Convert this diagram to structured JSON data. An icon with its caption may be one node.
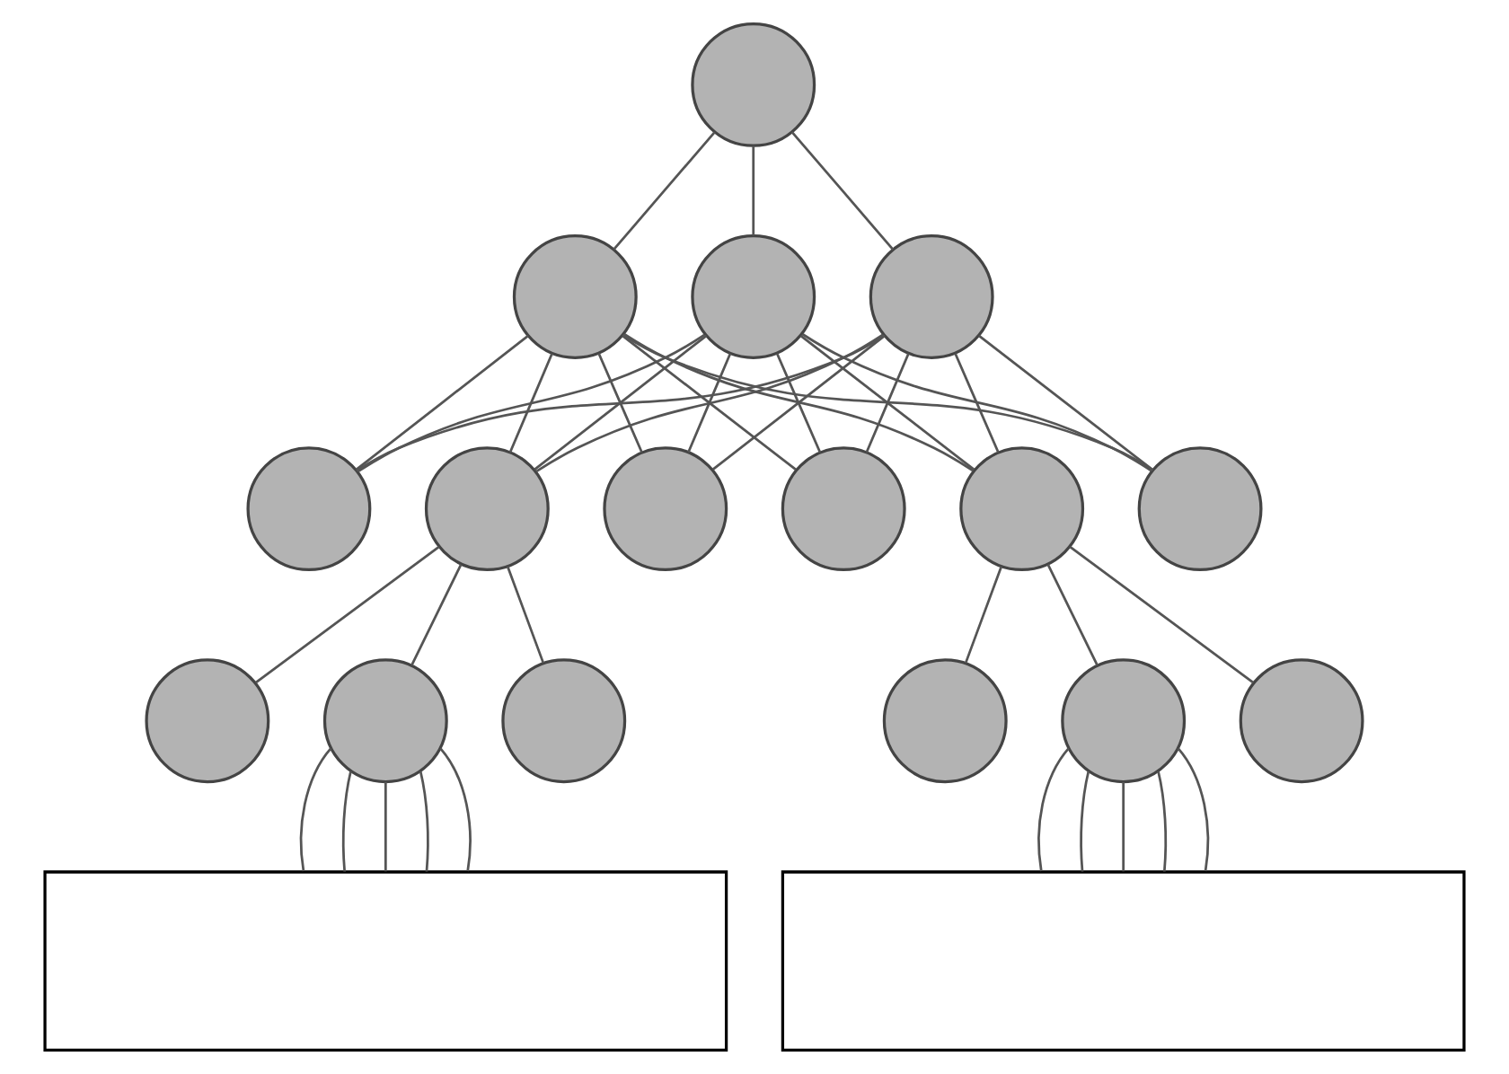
{
  "diagram": {
    "nodes": [
      {
        "text": [],
        "shape": "circle"
      },
      {
        "text": [],
        "shape": "circle"
      },
      {
        "text": [],
        "shape": "circle"
      },
      {
        "text": [],
        "shape": "circle"
      },
      {
        "text": [],
        "shape": "circle"
      },
      {
        "text": [],
        "shape": "circle"
      },
      {
        "text": [],
        "shape": "circle"
      },
      {
        "text": [],
        "shape": "circle"
      },
      {
        "text": [],
        "shape": "circle"
      },
      {
        "text": [],
        "shape": "circle"
      },
      {
        "text": [],
        "shape": "circle"
      },
      {
        "text": [],
        "shape": "circle"
      },
      {
        "text": [],
        "shape": "circle"
      },
      {
        "text": [],
        "shape": "circle"
      },
      {
        "text": [],
        "shape": "circle"
      },
      {
        "text": [],
        "shape": "circle"
      },
      {
        "text": [],
        "shape": "box"
      },
      {
        "text": [],
        "shape": "box"
      }
    ],
    "edges": [
      {
        "from": 0,
        "to": 1,
        "arrow": "none"
      },
      {
        "from": 0,
        "to": 2,
        "arrow": "none"
      },
      {
        "from": 0,
        "to": 3,
        "arrow": "none"
      },
      {
        "from": 1,
        "to": 4,
        "arrow": "none"
      },
      {
        "from": 1,
        "to": 5,
        "arrow": "none"
      },
      {
        "from": 1,
        "to": 6,
        "arrow": "none"
      },
      {
        "from": 1,
        "to": 7,
        "arrow": "none"
      },
      {
        "from": 1,
        "to": 8,
        "arrow": "none"
      },
      {
        "from": 1,
        "to": 9,
        "arrow": "none"
      },
      {
        "from": 2,
        "to": 4,
        "arrow": "none"
      },
      {
        "from": 2,
        "to": 5,
        "arrow": "none"
      },
      {
        "from": 2,
        "to": 6,
        "arrow": "none"
      },
      {
        "from": 2,
        "to": 7,
        "arrow": "none"
      },
      {
        "from": 2,
        "to": 8,
        "arrow": "none"
      },
      {
        "from": 2,
        "to": 9,
        "arrow": "none"
      },
      {
        "from": 3,
        "to": 4,
        "arrow": "none"
      },
      {
        "from": 3,
        "to": 5,
        "arrow": "none"
      },
      {
        "from": 3,
        "to": 6,
        "arrow": "none"
      },
      {
        "from": 3,
        "to": 7,
        "arrow": "none"
      },
      {
        "from": 3,
        "to": 8,
        "arrow": "none"
      },
      {
        "from": 3,
        "to": 9,
        "arrow": "none"
      },
      {
        "from": 5,
        "to": 10,
        "arrow": "none"
      },
      {
        "from": 5,
        "to": 11,
        "arrow": "none"
      },
      {
        "from": 5,
        "to": 12,
        "arrow": "none"
      },
      {
        "from": 8,
        "to": 13,
        "arrow": "none"
      },
      {
        "from": 8,
        "to": 14,
        "arrow": "none"
      },
      {
        "from": 8,
        "to": 15,
        "arrow": "none"
      },
      {
        "from": 11,
        "to": 16,
        "arrow": "none"
      },
      {
        "from": 11,
        "to": 16,
        "arrow": "none"
      },
      {
        "from": 11,
        "to": 16,
        "arrow": "none"
      },
      {
        "from": 11,
        "to": 16,
        "arrow": "none"
      },
      {
        "from": 11,
        "to": 16,
        "arrow": "none"
      },
      {
        "from": 14,
        "to": 17,
        "arrow": "none"
      },
      {
        "from": 14,
        "to": 17,
        "arrow": "none"
      },
      {
        "from": 14,
        "to": 17,
        "arrow": "none"
      },
      {
        "from": 14,
        "to": 17,
        "arrow": "none"
      },
      {
        "from": 14,
        "to": 17,
        "arrow": "none"
      }
    ]
  }
}
